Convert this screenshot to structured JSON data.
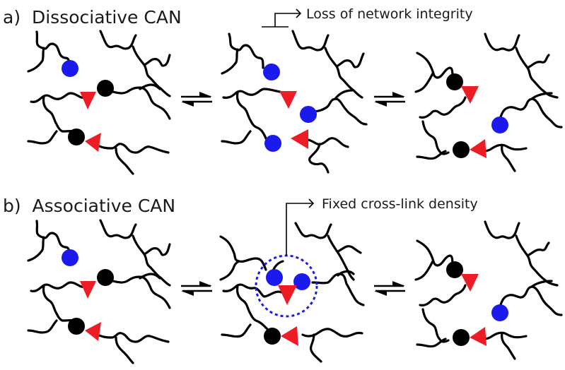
{
  "panels": [
    {
      "id": "a",
      "title": "a)  Dissociative CAN",
      "annotation": "Loss of network integrity",
      "states": [
        "initial-network",
        "dissociated-intermediate",
        "exchanged-network"
      ]
    },
    {
      "id": "b",
      "title": "b)  Associative CAN",
      "annotation": "Fixed cross-link density",
      "states": [
        "initial-network",
        "associative-intermediate",
        "exchanged-network"
      ]
    }
  ],
  "legend_symbols": {
    "free_group": {
      "shape": "circle",
      "color": "#1a1aee"
    },
    "bonded_group": {
      "shape": "circle",
      "color": "#000000"
    },
    "exchange_partner": {
      "shape": "triangle",
      "color": "#ee1c24"
    },
    "transition_state_outline": {
      "shape": "dashed-circle",
      "color": "#1a1aee"
    }
  },
  "icons": {
    "equilibrium": "equilibrium-arrows-icon",
    "callout": "callout-arrow-icon"
  }
}
